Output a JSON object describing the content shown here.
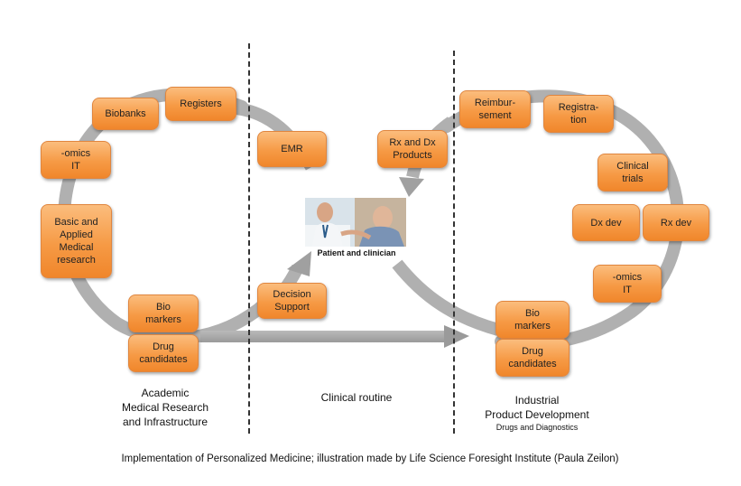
{
  "colors": {
    "box_fill": "#f69a45",
    "box_border": "#e0863f",
    "arrow": "#a6a6a6",
    "text": "#222222"
  },
  "boxes": {
    "biobanks": "Biobanks",
    "registers": "Registers",
    "omics_it_left": "-omics\nIT",
    "basic_research": "Basic and\nApplied\nMedical\nresearch",
    "biomarkers_left": "Bio\nmarkers",
    "drug_candidates_left": "Drug\ncandidates",
    "emr": "EMR",
    "decision_support": "Decision\nSupport",
    "rx_dx_products": "Rx and Dx\nProducts",
    "reimbursement": "Reimbur-\nsement",
    "registration": "Registra-\ntion",
    "clinical_trials": "Clinical\ntrials",
    "dx_dev": "Dx dev",
    "rx_dev": "Rx dev",
    "omics_it_right": "-omics\nIT",
    "biomarkers_right": "Bio\nmarkers",
    "drug_candidates_right": "Drug\ncandidates"
  },
  "patient_label": "Patient and clinician",
  "sections": {
    "academic": "Academic\nMedical Research\nand Infrastructure",
    "clinical": "Clinical routine",
    "industrial": "Industrial\nProduct Development",
    "industrial_sub": "Drugs and Diagnostics"
  },
  "caption": "Implementation of Personalized Medicine; illustration made by Life Science Foresight Institute (Paula Zeilon)",
  "photo_icon": "patient-clinician-photo-icon"
}
